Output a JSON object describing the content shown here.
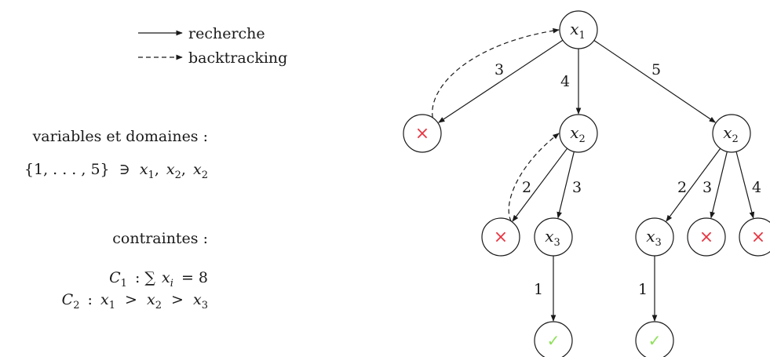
{
  "legend": {
    "search_label": "recherche",
    "backtrack_label": "backtracking"
  },
  "variables": {
    "heading": "variables et domaines :",
    "domain_set": "{1, . . . , 5}",
    "membership": "∋",
    "vars": [
      "x",
      "1",
      "x",
      "2",
      "x",
      "2"
    ]
  },
  "constraints": {
    "heading": "contraintes :",
    "c1_name": "C",
    "c1_sub": "1",
    "c1_body": ": ∑",
    "c1_var": "x",
    "c1_var_sub": "i",
    "c1_rhs": "= 8",
    "c2_name": "C",
    "c2_sub": "2",
    "c2_colon": ":",
    "c2_chain": [
      {
        "v": "x",
        "s": "1"
      },
      {
        "v": "x",
        "s": "2"
      },
      {
        "v": "x",
        "s": "3"
      }
    ],
    "c2_op": ">"
  },
  "tree": {
    "nodes": [
      {
        "id": "root",
        "kind": "var",
        "var": "x",
        "sub": "1"
      },
      {
        "id": "fail-a",
        "kind": "fail"
      },
      {
        "id": "mid",
        "kind": "var",
        "var": "x",
        "sub": "2"
      },
      {
        "id": "right",
        "kind": "var",
        "var": "x",
        "sub": "2"
      },
      {
        "id": "fail-b",
        "kind": "fail"
      },
      {
        "id": "mid-x3",
        "kind": "var",
        "var": "x",
        "sub": "3"
      },
      {
        "id": "right-x3",
        "kind": "var",
        "var": "x",
        "sub": "3"
      },
      {
        "id": "fail-c",
        "kind": "fail"
      },
      {
        "id": "fail-d",
        "kind": "fail"
      },
      {
        "id": "ok-a",
        "kind": "success"
      },
      {
        "id": "ok-b",
        "kind": "success"
      }
    ],
    "edges": [
      {
        "from": "root",
        "to": "fail-a",
        "label": "3"
      },
      {
        "from": "root",
        "to": "mid",
        "label": "4"
      },
      {
        "from": "root",
        "to": "right",
        "label": "5"
      },
      {
        "from": "mid",
        "to": "fail-b",
        "label": "2"
      },
      {
        "from": "mid",
        "to": "mid-x3",
        "label": "3"
      },
      {
        "from": "right",
        "to": "right-x3",
        "label": "2"
      },
      {
        "from": "right",
        "to": "fail-c",
        "label": "3"
      },
      {
        "from": "right",
        "to": "fail-d",
        "label": "4"
      },
      {
        "from": "mid-x3",
        "to": "ok-a",
        "label": "1"
      },
      {
        "from": "right-x3",
        "to": "ok-b",
        "label": "1"
      }
    ],
    "backtracks": [
      {
        "from": "fail-a",
        "to": "root"
      },
      {
        "from": "fail-b",
        "to": "mid"
      }
    ],
    "fail_symbol": "×",
    "success_symbol": "✓",
    "fail_color": "#e8333f",
    "success_color": "#8fe05a"
  }
}
